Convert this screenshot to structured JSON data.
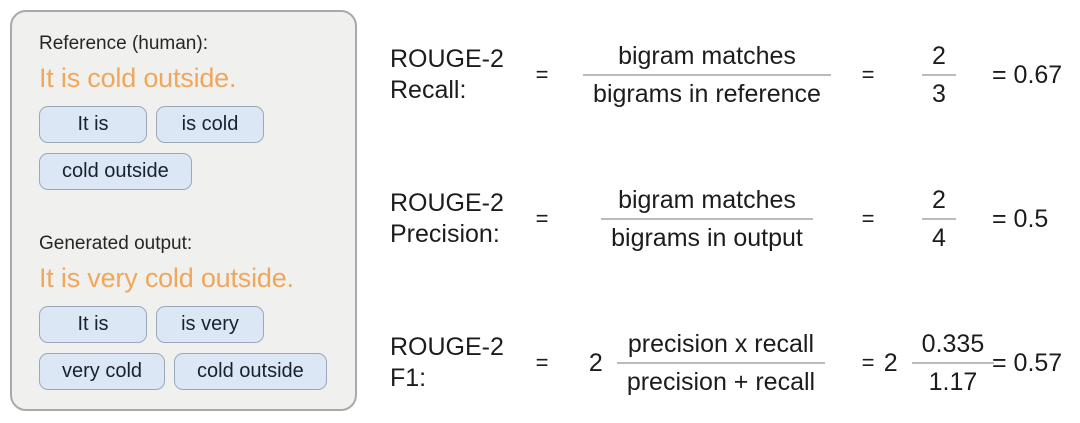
{
  "panel": {
    "reference": {
      "label": "Reference (human):",
      "sentence": "It is cold outside.",
      "bigram_rows": [
        [
          "It is",
          "is cold"
        ],
        [
          "cold outside"
        ]
      ]
    },
    "generated": {
      "label": "Generated output:",
      "sentence": "It is very cold outside.",
      "bigram_rows": [
        [
          "It is",
          "is very"
        ],
        [
          "very cold",
          "cold outside"
        ]
      ]
    }
  },
  "equations": [
    {
      "label_line1": "ROUGE-2",
      "label_line2": "Recall:",
      "equals": "=",
      "fraction": {
        "numerator": "bigram matches",
        "denominator": "bigrams in reference"
      },
      "equals2": "=",
      "value_fraction": {
        "numerator": "2",
        "denominator": "3"
      },
      "result": "= 0.67"
    },
    {
      "label_line1": "ROUGE-2",
      "label_line2": "Precision:",
      "equals": "=",
      "fraction": {
        "numerator": "bigram matches",
        "denominator": "bigrams in output"
      },
      "equals2": "=",
      "value_fraction": {
        "numerator": "2",
        "denominator": "4"
      },
      "result": "= 0.5"
    },
    {
      "label_line1": "ROUGE-2",
      "label_line2": "F1:",
      "equals": "=",
      "coefficient": "2",
      "fraction": {
        "numerator": "precision x recall",
        "denominator": "precision + recall"
      },
      "equals2": "=",
      "coefficient2": "2",
      "value_fraction": {
        "numerator": "0.335",
        "denominator": "1.17"
      },
      "result": "= 0.57"
    }
  ],
  "colors": {
    "highlight_orange": "#f0a75b",
    "chip_fill": "#dbe7f5",
    "chip_border": "#9aa9ba",
    "panel_background": "#f0f0ee",
    "panel_border": "#a9a9a9",
    "fraction_bar": "#b9bbbd",
    "text": "#1c1c1c"
  }
}
